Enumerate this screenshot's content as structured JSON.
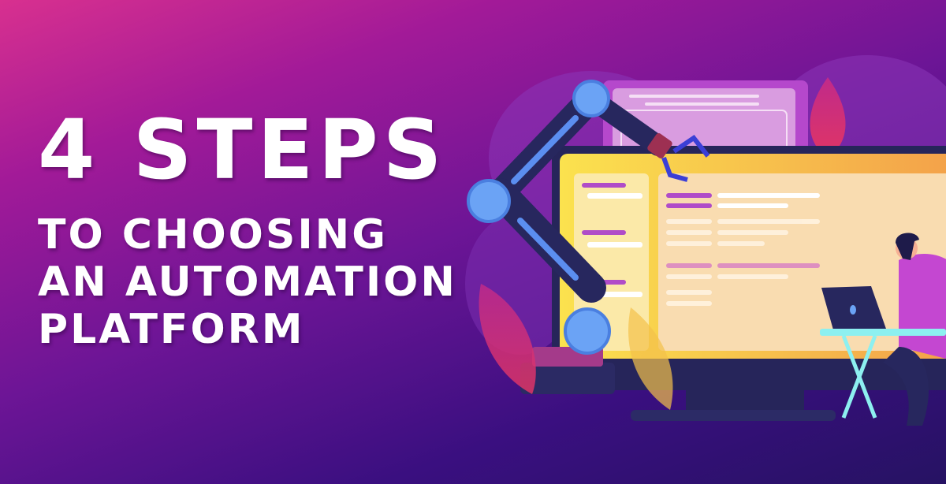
{
  "banner": {
    "headline_number_line": "4 STEPS",
    "subline_1": "TO CHOOSING",
    "subline_2": "AN AUTOMATION",
    "subline_3": "PLATFORM"
  },
  "illustration": {
    "elements": [
      "robotic-arm",
      "desktop-monitor",
      "background-browser-window",
      "person-with-laptop",
      "desk",
      "plant-leaves"
    ],
    "colors": {
      "background_top": "#d8308f",
      "background_bottom": "#261263",
      "monitor_screen": "#f7c55a",
      "robot_arm": "#27275e",
      "robot_joint": "#6ba3f5",
      "accent_purple": "#b04cc8",
      "desk": "#8df0f0"
    }
  }
}
